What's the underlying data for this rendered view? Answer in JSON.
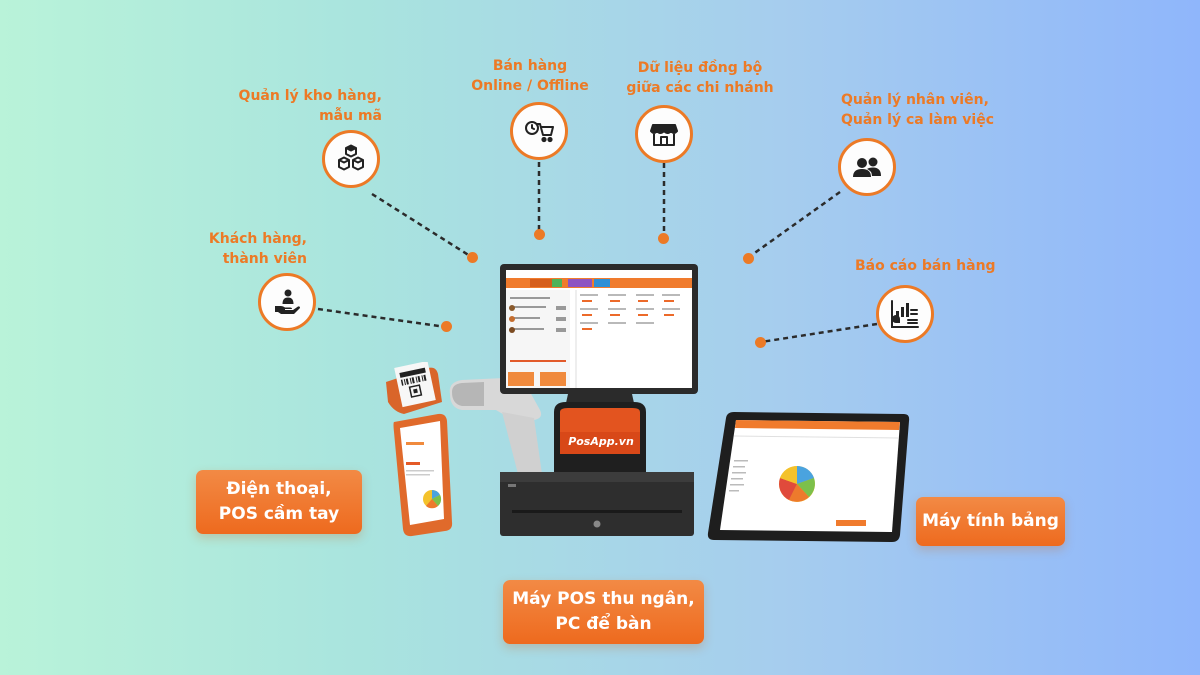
{
  "features": {
    "inventory": {
      "icon": "boxes-icon",
      "lines": [
        "Quản lý kho hàng,",
        "mẫu mã"
      ]
    },
    "online": {
      "icon": "cart-icon",
      "lines": [
        "Bán hàng",
        "Online / Offline"
      ]
    },
    "sync": {
      "icon": "store-icon",
      "lines": [
        "Dữ liệu đồng bộ",
        "giữa các chi nhánh"
      ]
    },
    "staff": {
      "icon": "users-icon",
      "lines": [
        "Quản lý nhân viên,",
        "Quản lý ca làm việc"
      ]
    },
    "customers": {
      "icon": "hand-user-icon",
      "lines": [
        "Khách hàng,",
        "thành viên"
      ]
    },
    "reports": {
      "icon": "report-icon",
      "lines": [
        "Báo cáo bán hàng"
      ]
    }
  },
  "buttons": {
    "phone": [
      "Điện thoại,",
      "POS cầm tay"
    ],
    "pos": [
      "Máy POS thu ngân,",
      "PC để bàn"
    ],
    "tablet": [
      "Máy tính bảng"
    ]
  },
  "brand": {
    "logo_text": "PosApp.vn"
  },
  "colors": {
    "accent": "#ec7a26",
    "button": "#ee6a1e",
    "background_left": "#b9f3d9",
    "background_right": "#8fb6fb"
  }
}
